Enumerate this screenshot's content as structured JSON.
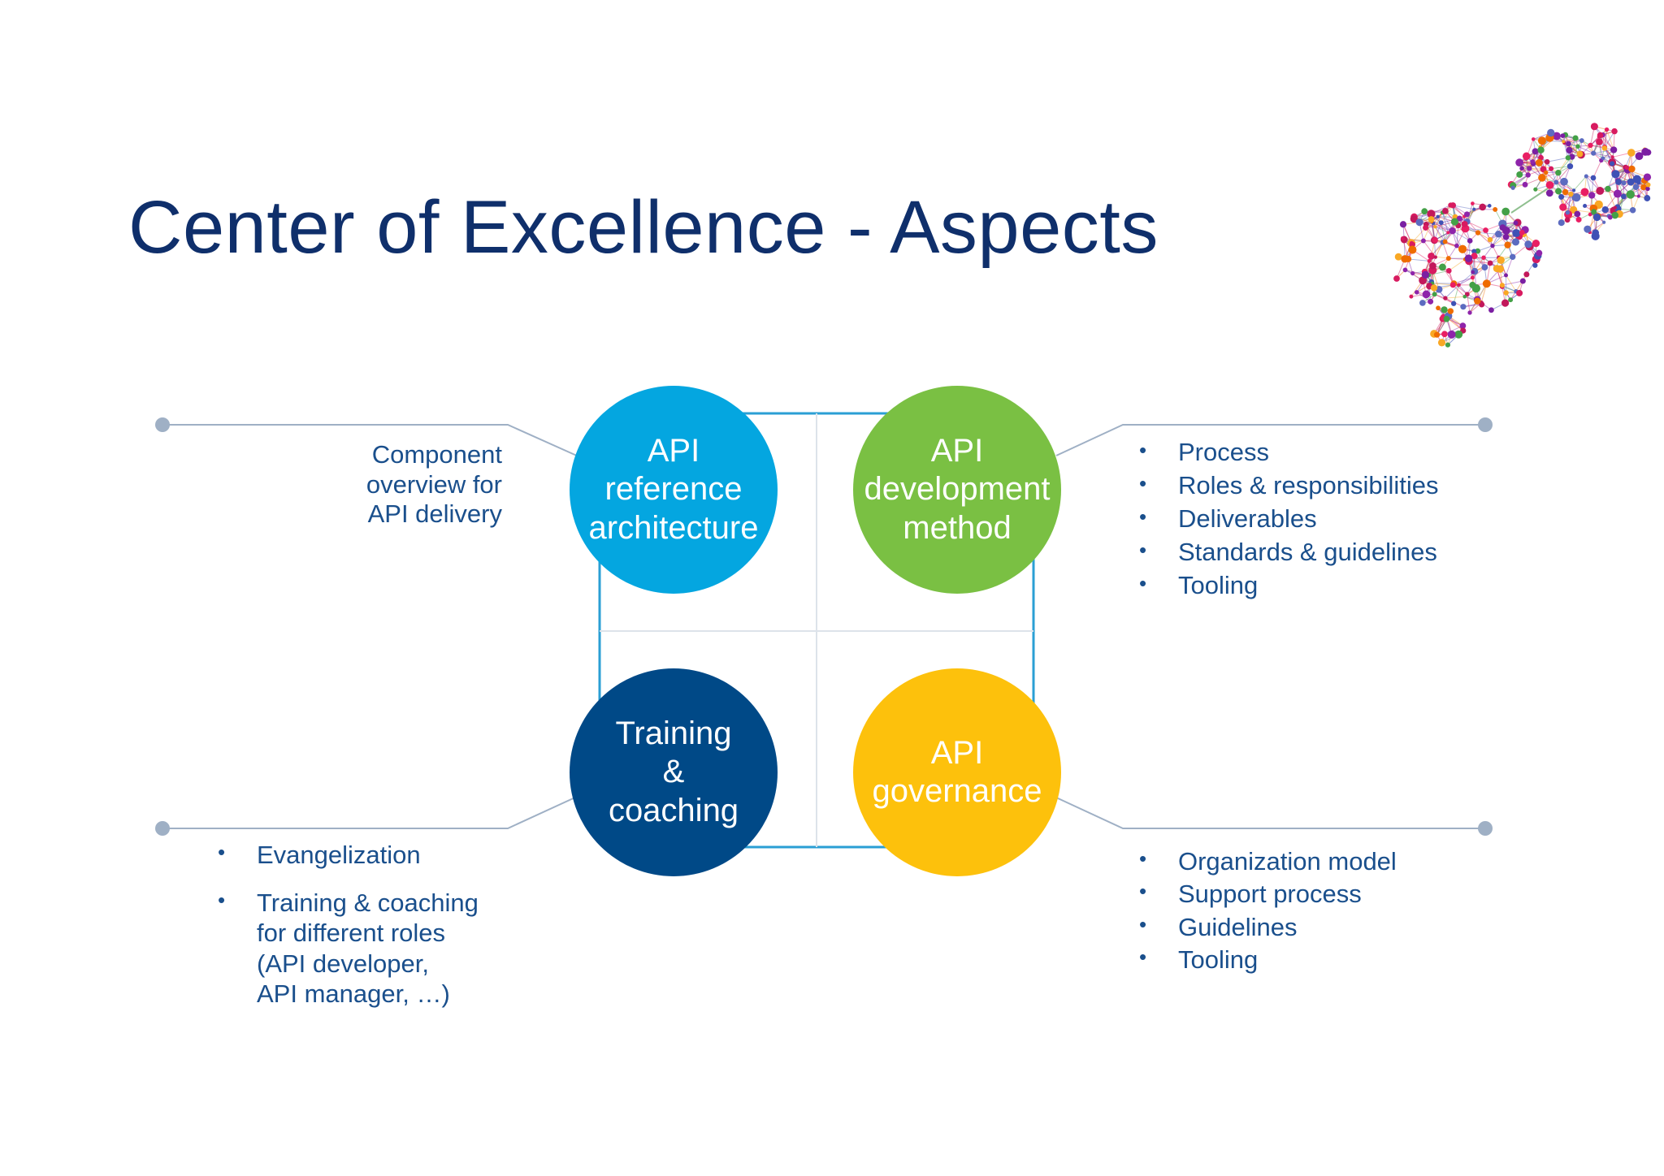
{
  "title": "Center of Excellence - Aspects",
  "colors": {
    "title": "#0f2f6b",
    "text": "#1a4f8c",
    "ring": "#2a9fd4",
    "connector": "#9fb0c5",
    "reference_architecture": "#04a6e0",
    "development_method": "#7ac043",
    "training_coaching": "#004987",
    "governance": "#fdc10c"
  },
  "circles": {
    "reference_architecture": "API\nreference\narchitecture",
    "development_method": "API\ndevelopment\nmethod",
    "training_coaching": "Training\n&\ncoaching",
    "governance": "API\ngovernance"
  },
  "annotations": {
    "reference_architecture": "Component\noverview for\nAPI delivery",
    "development_method": [
      "Process",
      "Roles & responsibilities",
      "Deliverables",
      "Standards & guidelines",
      "Tooling"
    ],
    "training_coaching": [
      "Evangelization",
      "Training & coaching\nfor different roles\n(API developer,\nAPI manager, …)"
    ],
    "governance": [
      "Organization model",
      "Support process",
      "Guidelines",
      "Tooling"
    ]
  },
  "decoration": {
    "image": "network-brain-illustration"
  }
}
